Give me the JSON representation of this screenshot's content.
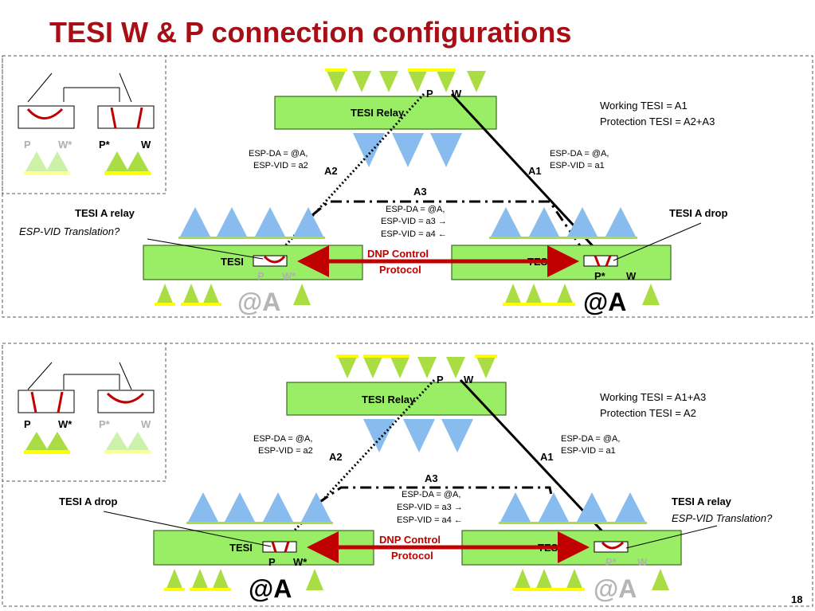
{
  "title": "TESI W & P connection configurations",
  "page_number": "18",
  "colors": {
    "title": "#a50f15",
    "bridge_fill": "#99ee66",
    "triangle_green": "#aadd44",
    "triangle_blue": "#88bbee",
    "stripe_yellow": "#ffff00",
    "arrow_red": "#c00000"
  },
  "top": {
    "relay_label": "TESI Relay",
    "p_label": "P",
    "w_label": "W",
    "working": "Working TESI = A1",
    "protection": "Protection TESI = A2+A3",
    "esp_left_1": "ESP-DA = @A,",
    "esp_left_2": "ESP-VID = a2",
    "esp_right_1": "ESP-DA = @A,",
    "esp_right_2": "ESP-VID = a1",
    "a1": "A1",
    "a2": "A2",
    "a3": "A3",
    "mid_1": "ESP-DA = @A,",
    "mid_2": "ESP-VID = a3 →",
    "mid_3": "ESP-VID = a4 ←",
    "left_callout_1": "TESI A relay",
    "left_callout_2": "ESP-VID Translation?",
    "right_callout": "TESI A drop",
    "dnp_1": "DNP Control",
    "dnp_2": "Protocol",
    "left_bridge": "TESI",
    "right_bridge": "TESI Rel",
    "left_p": "P",
    "left_w": "W*",
    "right_p": "P*",
    "right_w": "W",
    "left_addr": "@A",
    "right_addr": "@A",
    "inset_p": "P",
    "inset_w": "W*",
    "inset_p2": "P*",
    "inset_w2": "W"
  },
  "bottom": {
    "relay_label": "TESI Relay",
    "p_label": "P",
    "w_label": "W",
    "working": "Working TESI = A1+A3",
    "protection": "Protection TESI = A2",
    "esp_left_1": "ESP-DA = @A,",
    "esp_left_2": "ESP-VID = a2",
    "esp_right_1": "ESP-DA = @A,",
    "esp_right_2": "ESP-VID = a1",
    "a1": "A1",
    "a2": "A2",
    "a3": "A3",
    "mid_1": "ESP-DA = @A,",
    "mid_2": "ESP-VID = a3 →",
    "mid_3": "ESP-VID = a4 ←",
    "left_callout": "TESI A drop",
    "right_callout_1": "TESI A relay",
    "right_callout_2": "ESP-VID Translation?",
    "dnp_1": "DNP Control",
    "dnp_2": "Protocol",
    "left_bridge": "TESI",
    "right_bridge": "TESI Rel",
    "left_p": "P",
    "left_w": "W*",
    "right_p": "P*",
    "right_w": "W",
    "left_addr": "@A",
    "right_addr": "@A",
    "inset_p": "P",
    "inset_w": "W*",
    "inset_p2": "P*",
    "inset_w2": "W"
  }
}
